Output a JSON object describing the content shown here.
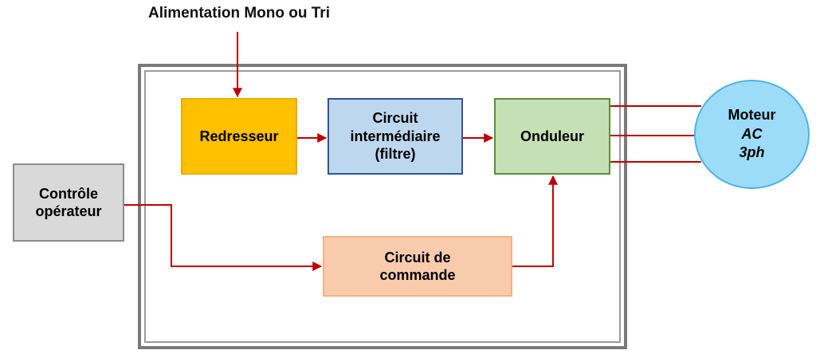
{
  "title": "Alimentation Mono ou Tri",
  "blocks": {
    "redresseur": "Redresseur",
    "intermediaire": "Circuit\nintermédiaire\n(filtre)",
    "onduleur": "Onduleur",
    "commande": "Circuit de\ncommande",
    "controle": "Contrôle\nopérateur"
  },
  "moteur": {
    "line1": "Moteur",
    "line2": "AC",
    "line3": "3ph"
  },
  "colors": {
    "wire": "#c00000",
    "redresseur": "#ffc000",
    "intermediaire": "#bdd7ee",
    "onduleur": "#c5e0b4",
    "commande": "#f8cbad",
    "controle": "#d9d9d9",
    "moteur": "#9cdcf8"
  }
}
